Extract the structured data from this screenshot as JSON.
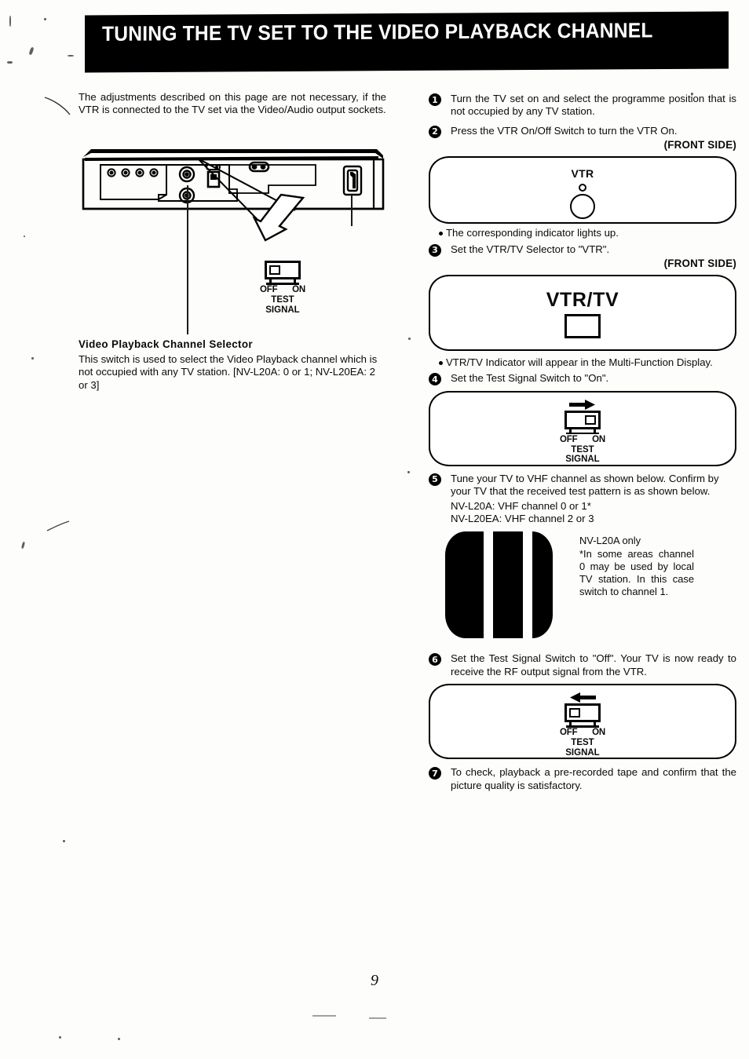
{
  "document": {
    "header_title": "TUNING THE TV SET TO THE VIDEO PLAYBACK CHANNEL",
    "page_number": "9"
  },
  "left_column": {
    "intro": "The adjustments described on this page are not necessary, if the VTR is connected to the TV set via the Video/Audio output sockets.",
    "diagram_name": "vtr-rear-panel",
    "switch_callout": {
      "off_label": "OFF",
      "on_label": "ON",
      "caption_line1": "TEST",
      "caption_line2": "SIGNAL"
    },
    "selector_heading": "Video Playback Channel Selector",
    "selector_body": "This switch is used to select the Video Playback channel which is not occupied with any TV station. [NV-L20A: 0 or 1; NV-L20EA: 2 or 3]"
  },
  "right_column": {
    "steps": [
      {
        "num": "1",
        "text": "Turn the TV set on and select the programme position that is not occupied by any TV station."
      },
      {
        "num": "2",
        "text": "Press the VTR On/Off Switch to turn the VTR On."
      },
      {
        "num": "3",
        "text": "Set the VTR/TV Selector to \"VTR\"."
      },
      {
        "num": "4",
        "text": "Set the Test Signal Switch to \"On\"."
      },
      {
        "num": "5",
        "text": "Tune your TV to VHF channel as shown below. Confirm by your TV that the received test pattern is as shown below."
      },
      {
        "num": "6",
        "text": "Set the Test Signal Switch to \"Off\". Your TV is now ready to receive the RF output signal from the VTR."
      },
      {
        "num": "7",
        "text": "To check, playback a pre-recorded tape and confirm that the picture quality is satisfactory."
      }
    ],
    "front_side_label_1": "(FRONT SIDE)",
    "front_side_label_2": "(FRONT SIDE)",
    "vtr_panel": {
      "label": "VTR"
    },
    "bullet_indicator": "The corresponding indicator lights up.",
    "vtrtv_panel": {
      "label": "VTR/TV"
    },
    "bullet_vtrtv": "VTR/TV Indicator will appear in the Multi-Function Display.",
    "test_signal_on": {
      "arrow": "right-arrow",
      "off_label": "OFF",
      "on_label": "ON",
      "caption_line1": "TEST",
      "caption_line2": "SIGNAL"
    },
    "test_signal_off": {
      "arrow": "left-arrow",
      "off_label": "OFF",
      "on_label": "ON",
      "caption_line1": "TEST",
      "caption_line2": "SIGNAL"
    },
    "channel_lines": [
      "NV-L20A:  VHF channel 0 or 1*",
      "NV-L20EA:  VHF channel 2 or 3"
    ],
    "pattern_note_title": "NV-L20A only",
    "pattern_note_body": "*In some areas channel 0 may be used by local TV station. In this case switch to channel 1."
  },
  "colors": {
    "ink": "#0a0a0a",
    "paper": "#fdfdfb",
    "banner_bg": "#000000",
    "banner_text": "#ffffff"
  }
}
